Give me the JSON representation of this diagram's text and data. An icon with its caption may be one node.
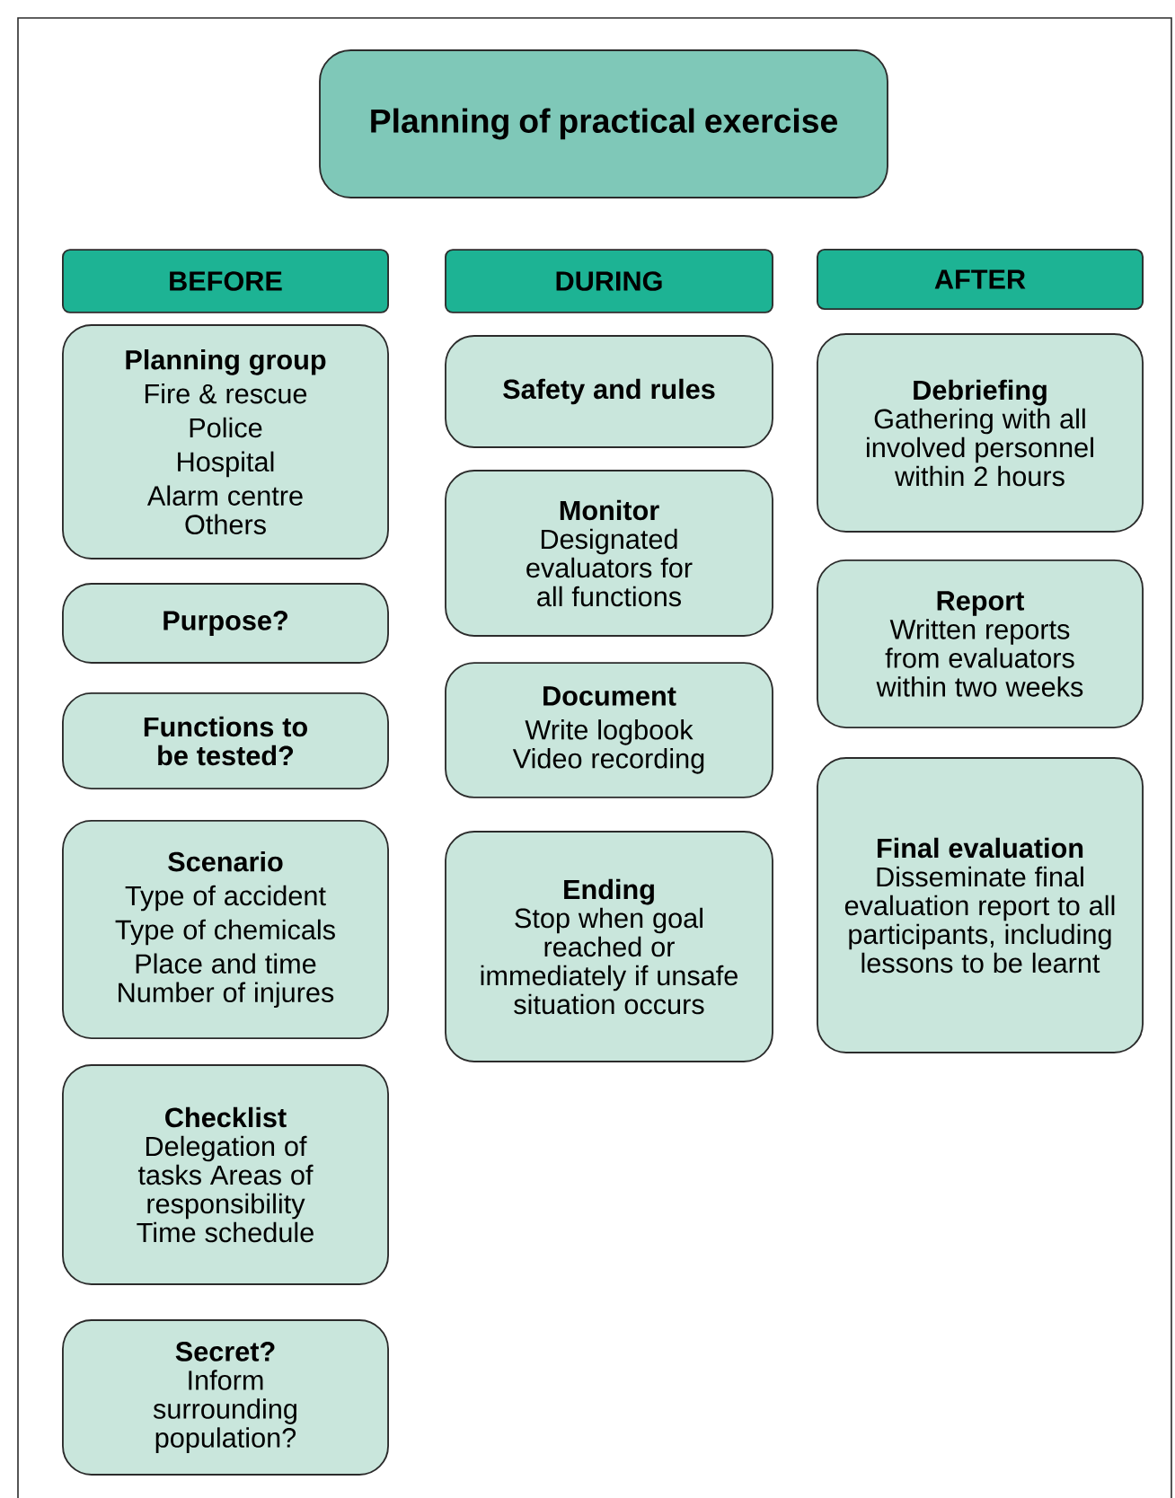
{
  "diagram": {
    "nodes": [
      {
        "text": [
          "Planning of practical exercise"
        ]
      },
      {
        "text": [
          "BEFORE"
        ]
      },
      {
        "text": [
          "DURING"
        ]
      },
      {
        "text": [
          "AFTER"
        ]
      },
      {
        "text": [
          "Planning group",
          "Fire & rescue",
          "Police",
          "Hospital",
          "Alarm centre",
          "Others"
        ]
      },
      {
        "text": [
          "Purpose?"
        ]
      },
      {
        "text": [
          "Functions to be tested?"
        ]
      },
      {
        "text": [
          "Scenario",
          "Type of accident",
          "Type of chemicals",
          "Place and time",
          "Number of injures"
        ]
      },
      {
        "text": [
          "Checklist",
          "Delegation of tasks Areas of responsibility Time schedule"
        ]
      },
      {
        "text": [
          "Secret?",
          "Inform surrounding population?"
        ]
      },
      {
        "text": [
          "Safety and rules"
        ]
      },
      {
        "text": [
          "Monitor",
          "Designated evaluators for all functions"
        ]
      },
      {
        "text": [
          "Document",
          "Write logbook",
          "Video recording"
        ]
      },
      {
        "text": [
          "Ending",
          "Stop when goal reached or immediately if unsafe situation occurs"
        ]
      },
      {
        "text": [
          "Debriefing",
          "Gathering with all involved personnel within 2 hours"
        ]
      },
      {
        "text": [
          "Report",
          "Written reports from evaluators within two weeks"
        ]
      },
      {
        "text": [
          "Final evaluation",
          "Disseminate final evaluation report to all participants, including lessons to be learnt"
        ]
      }
    ]
  }
}
